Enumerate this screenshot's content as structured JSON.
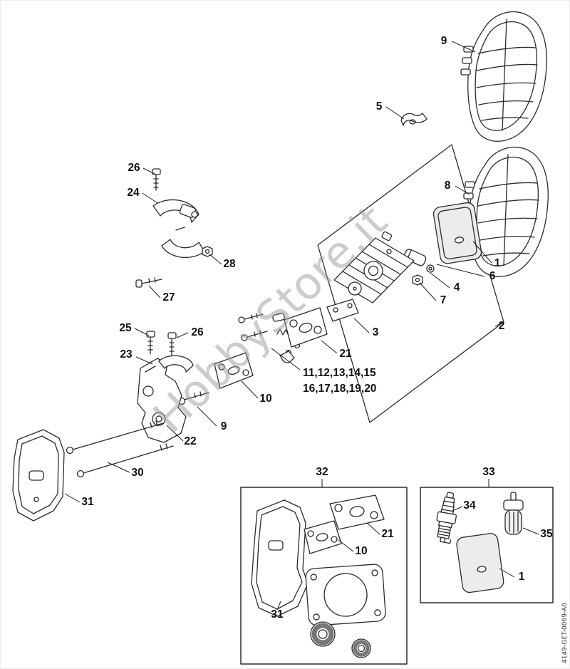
{
  "diagram": {
    "watermark": "HobbyStore.it",
    "drawing_code": "4149-GET-0069-A0"
  },
  "callouts": [
    {
      "label": "9"
    },
    {
      "label": "5"
    },
    {
      "label": "26"
    },
    {
      "label": "24"
    },
    {
      "label": "8"
    },
    {
      "label": "28"
    },
    {
      "label": "1"
    },
    {
      "label": "6"
    },
    {
      "label": "4"
    },
    {
      "label": "7"
    },
    {
      "label": "27"
    },
    {
      "label": "2"
    },
    {
      "label": "3"
    },
    {
      "label": "25"
    },
    {
      "label": "26"
    },
    {
      "label": "21"
    },
    {
      "label": "23"
    },
    {
      "label": "11,12,13,14,15"
    },
    {
      "label": "16,17,18,19,20"
    },
    {
      "label": "10"
    },
    {
      "label": "9"
    },
    {
      "label": "22"
    },
    {
      "label": "30"
    },
    {
      "label": "31"
    },
    {
      "label": "32"
    },
    {
      "label": "33"
    },
    {
      "label": "34"
    },
    {
      "label": "21"
    },
    {
      "label": "10"
    },
    {
      "label": "35"
    },
    {
      "label": "1"
    },
    {
      "label": "31"
    }
  ]
}
